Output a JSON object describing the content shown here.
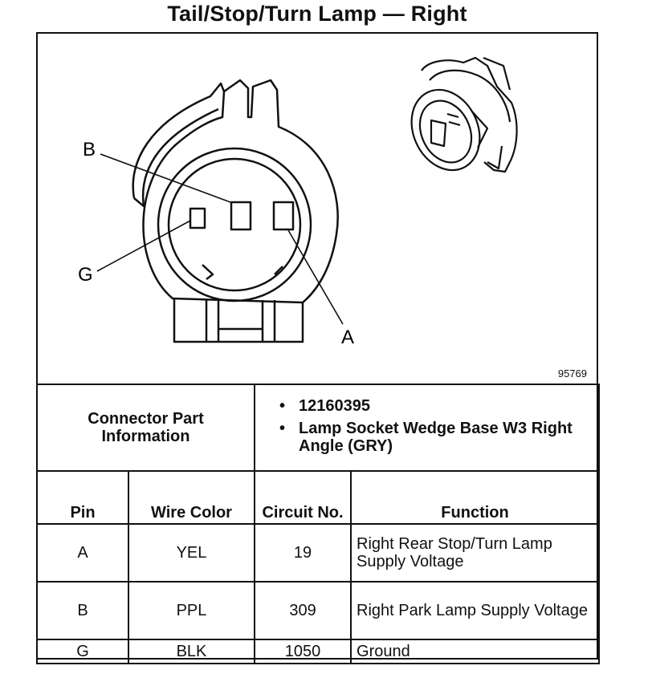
{
  "title": "Tail/Stop/Turn Lamp — Right",
  "figure_id": "95769",
  "pin_labels": {
    "b": "B",
    "g": "G",
    "a": "A"
  },
  "connector_info": {
    "label": "Connector Part Information",
    "items": [
      "12160395",
      "Lamp Socket Wedge Base W3 Right Angle (GRY)"
    ]
  },
  "table": {
    "headers": {
      "pin": "Pin",
      "wire_color": "Wire Color",
      "circuit_no": "Circuit No.",
      "function": "Function"
    },
    "rows": [
      {
        "pin": "A",
        "wire_color": "YEL",
        "circuit_no": "19",
        "function": "Right Rear Stop/Turn Lamp Supply Voltage"
      },
      {
        "pin": "B",
        "wire_color": "PPL",
        "circuit_no": "309",
        "function": "Right Park Lamp Supply Voltage"
      },
      {
        "pin": "G",
        "wire_color": "BLK",
        "circuit_no": "1050",
        "function": "Ground"
      }
    ]
  }
}
